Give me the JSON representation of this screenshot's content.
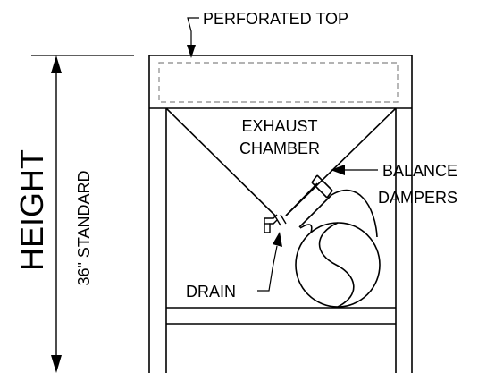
{
  "labels": {
    "perforated_top": "PERFORATED TOP",
    "exhaust_chamber_line1": "EXHAUST",
    "exhaust_chamber_line2": "CHAMBER",
    "balance_dampers_line1": "BALANCE",
    "balance_dampers_line2": "DAMPERS",
    "drain": "DRAIN",
    "height": "HEIGHT",
    "standard_height": "36\"  STANDARD"
  },
  "colors": {
    "line": "#000000",
    "hidden_line": "#9a9a9a",
    "background": "#ffffff"
  },
  "icons": {
    "arrowheads": "filled-triangle-arrowheads",
    "fan": "centrifugal-fan-housing-with-yin-yang-impeller"
  }
}
